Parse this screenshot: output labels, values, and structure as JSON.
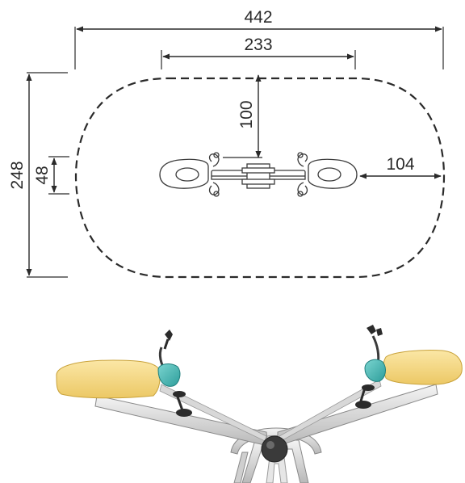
{
  "dimensions": {
    "overall_length": "442",
    "seat_span": "233",
    "zone_to_bar": "100",
    "seat_to_zone": "104",
    "overall_width": "248",
    "seat_width": "48"
  },
  "colors": {
    "line": "#2a2a2a",
    "seat": "#f7dc8c",
    "seat_shade": "#e9c866",
    "handle_body": "#45b7b4",
    "frame": "#dcdcdc",
    "frame_shadow": "#a8a8a8",
    "footrest": "#2b2b2b"
  }
}
